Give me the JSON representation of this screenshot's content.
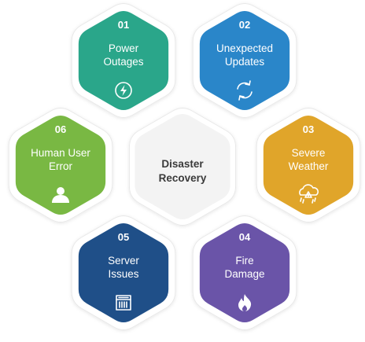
{
  "center": {
    "line1": "Disaster",
    "line2": "Recovery"
  },
  "items": [
    {
      "number": "01",
      "line1": "Power",
      "line2": "Outages",
      "color": "#2aa68a",
      "icon": "lightning-bolt-icon"
    },
    {
      "number": "02",
      "line1": "Unexpected",
      "line2": "Updates",
      "color": "#2a86c9",
      "icon": "refresh-icon"
    },
    {
      "number": "03",
      "line1": "Severe",
      "line2": "Weather",
      "color": "#e0a52a",
      "icon": "storm-cloud-icon"
    },
    {
      "number": "04",
      "line1": "Fire",
      "line2": "Damage",
      "color": "#6a54a8",
      "icon": "flame-icon"
    },
    {
      "number": "05",
      "line1": "Server",
      "line2": "Issues",
      "color": "#1f4f88",
      "icon": "server-icon"
    },
    {
      "number": "06",
      "line1": "Human User",
      "line2": "Error",
      "color": "#79b843",
      "icon": "user-icon"
    }
  ],
  "colors": {
    "center_fill": "#f3f3f3",
    "outline": "#ffffff"
  }
}
